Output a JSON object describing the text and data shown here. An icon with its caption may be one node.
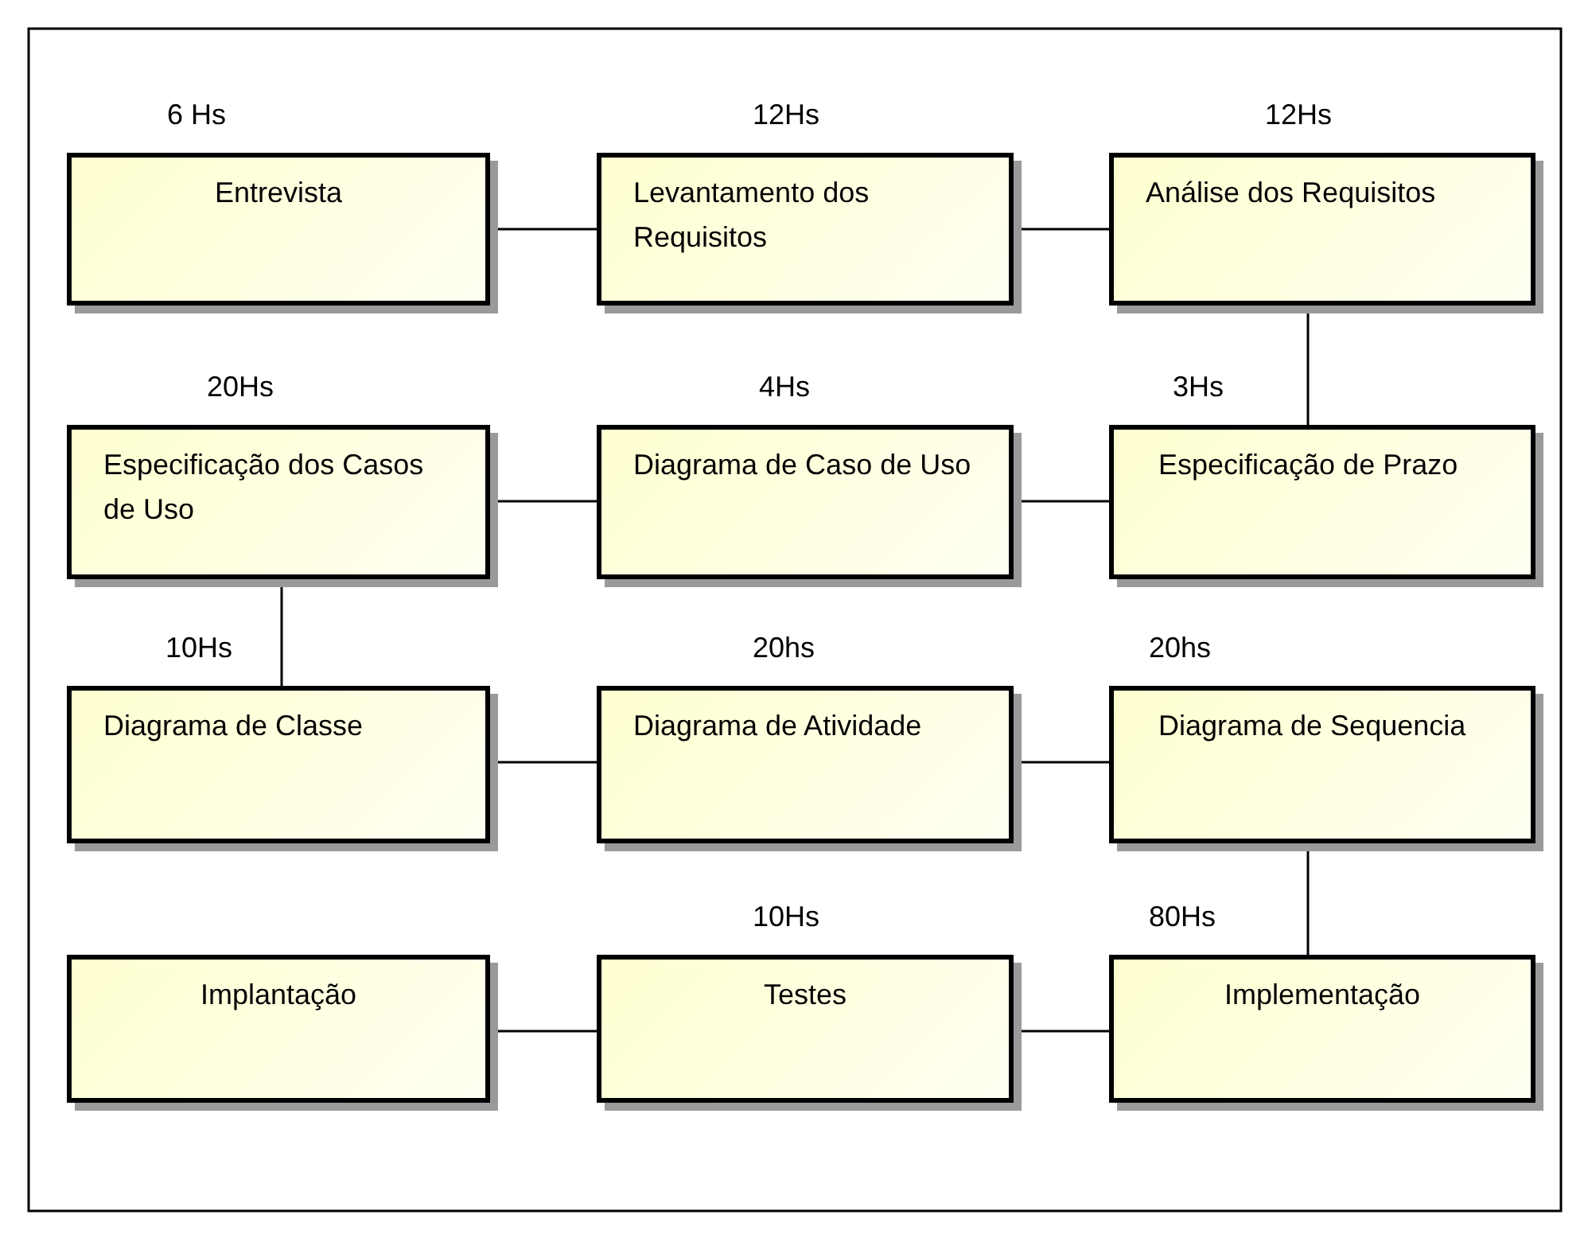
{
  "diagram": {
    "nodes": [
      {
        "text": [
          "Entrevista"
        ],
        "beside": [
          "6 Hs"
        ]
      },
      {
        "text": [
          "Levantamento dos Requisitos"
        ],
        "beside": [
          "12Hs"
        ]
      },
      {
        "text": [
          "Análise dos Requisitos"
        ],
        "beside": [
          "12Hs"
        ]
      },
      {
        "text": [
          "Especificação dos Casos de Uso"
        ],
        "beside": [
          "20Hs"
        ]
      },
      {
        "text": [
          "Diagrama de Caso de Uso"
        ],
        "beside": [
          "4Hs"
        ]
      },
      {
        "text": [
          "Especificação de Prazo"
        ],
        "beside": [
          "3Hs"
        ]
      },
      {
        "text": [
          "Diagrama de Classe"
        ],
        "beside": [
          "10Hs"
        ]
      },
      {
        "text": [
          "Diagrama de Atividade"
        ],
        "beside": [
          "20hs"
        ]
      },
      {
        "text": [
          "Diagrama de Sequencia"
        ],
        "beside": [
          "20hs"
        ]
      },
      {
        "text": [
          "Implantação"
        ]
      },
      {
        "text": [
          "Testes"
        ],
        "beside": [
          "10Hs"
        ]
      },
      {
        "text": [
          "Implementação"
        ],
        "beside": [
          "80Hs"
        ]
      }
    ],
    "edges": [
      {
        "from": 0,
        "to": 1,
        "arrow": "none"
      },
      {
        "from": 1,
        "to": 2,
        "arrow": "none"
      },
      {
        "from": 2,
        "to": 5,
        "arrow": "none"
      },
      {
        "from": 5,
        "to": 4,
        "arrow": "none"
      },
      {
        "from": 4,
        "to": 3,
        "arrow": "none"
      },
      {
        "from": 3,
        "to": 6,
        "arrow": "none"
      },
      {
        "from": 6,
        "to": 7,
        "arrow": "none"
      },
      {
        "from": 7,
        "to": 8,
        "arrow": "none"
      },
      {
        "from": 8,
        "to": 11,
        "arrow": "none"
      },
      {
        "from": 11,
        "to": 10,
        "arrow": "none"
      },
      {
        "from": 10,
        "to": 9,
        "arrow": "none"
      }
    ]
  }
}
